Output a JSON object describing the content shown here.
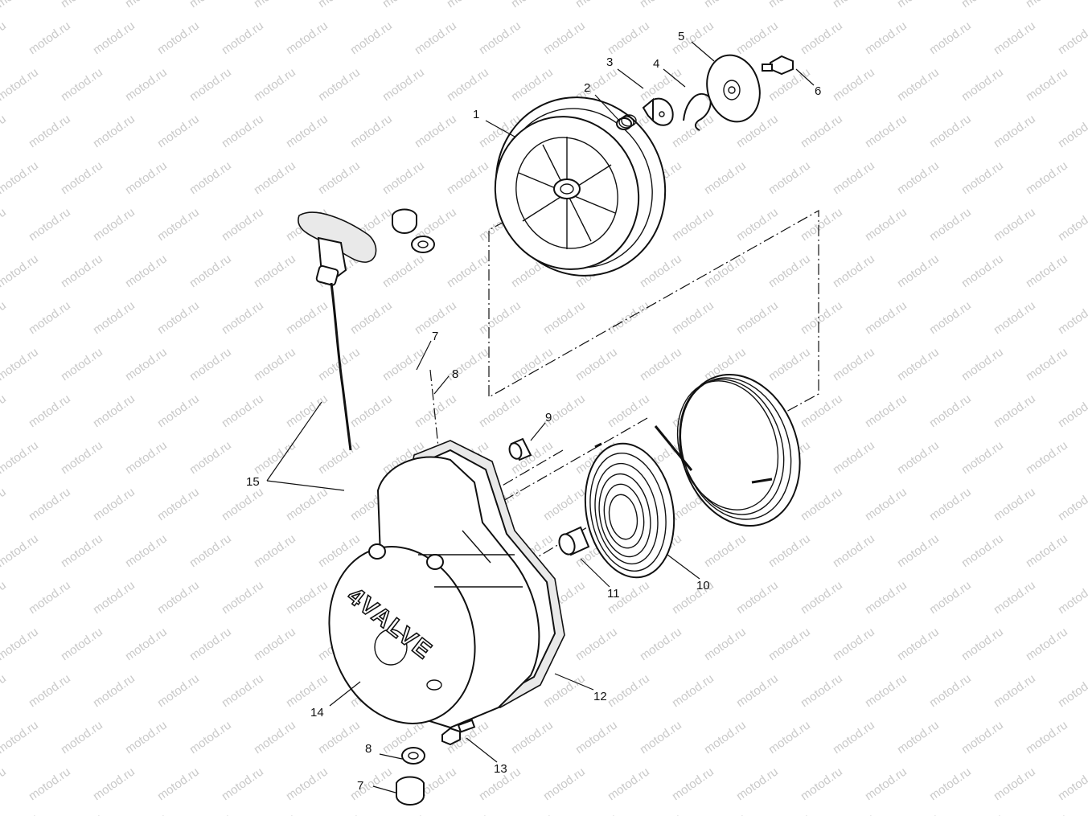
{
  "watermark": "motod.ru",
  "cover_logo": "4VALVE",
  "callouts": [
    {
      "id": "c1",
      "label": "1"
    },
    {
      "id": "c2",
      "label": "2"
    },
    {
      "id": "c3",
      "label": "3"
    },
    {
      "id": "c4",
      "label": "4"
    },
    {
      "id": "c5",
      "label": "5"
    },
    {
      "id": "c6",
      "label": "6"
    },
    {
      "id": "c7a",
      "label": "7"
    },
    {
      "id": "c8a",
      "label": "8"
    },
    {
      "id": "c9",
      "label": "9"
    },
    {
      "id": "c10",
      "label": "10"
    },
    {
      "id": "c11",
      "label": "11"
    },
    {
      "id": "c12",
      "label": "12"
    },
    {
      "id": "c13",
      "label": "13"
    },
    {
      "id": "c14",
      "label": "14"
    },
    {
      "id": "c15",
      "label": "15"
    },
    {
      "id": "c8b",
      "label": "8"
    },
    {
      "id": "c7b",
      "label": "7"
    }
  ]
}
